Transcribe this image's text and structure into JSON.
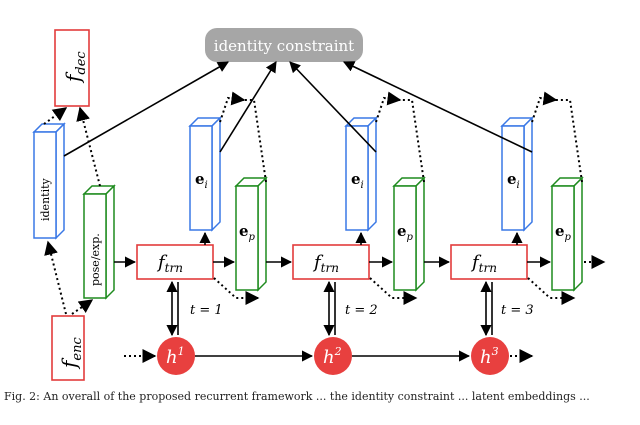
{
  "constraint": {
    "label": "identity constraint"
  },
  "decoder": {
    "label": "f",
    "sub": "dec"
  },
  "encoder": {
    "label": "f",
    "sub": "enc"
  },
  "identity_latent": {
    "label": "identity"
  },
  "pose_latent": {
    "label": "pose/exp."
  },
  "steps": [
    {
      "transition": {
        "label": "f",
        "sub": "trn"
      },
      "e_i": {
        "label": "e",
        "sub": "i"
      },
      "e_p": {
        "label": "e",
        "sub": "p"
      },
      "t_label": "t = 1",
      "hidden": {
        "label": "h",
        "sup": "1"
      }
    },
    {
      "transition": {
        "label": "f",
        "sub": "trn"
      },
      "e_i": {
        "label": "e",
        "sub": "i"
      },
      "e_p": {
        "label": "e",
        "sub": "p"
      },
      "t_label": "t = 2",
      "hidden": {
        "label": "h",
        "sup": "2"
      }
    },
    {
      "transition": {
        "label": "f",
        "sub": "trn"
      },
      "e_i": {
        "label": "e",
        "sub": "i"
      },
      "e_p": {
        "label": "e",
        "sub": "p"
      },
      "t_label": "t = 3",
      "hidden": {
        "label": "h",
        "sup": "3"
      }
    }
  ],
  "caption": "Fig. 2: An overall of the proposed recurrent framework ... the identity constraint ... latent embeddings ...",
  "colors": {
    "blue": "#3a78e6",
    "green": "#1f8b1f",
    "red": "#e23c3c",
    "hidden_fill": "#e8403f",
    "constraint_fill": "#a6a6a6"
  }
}
